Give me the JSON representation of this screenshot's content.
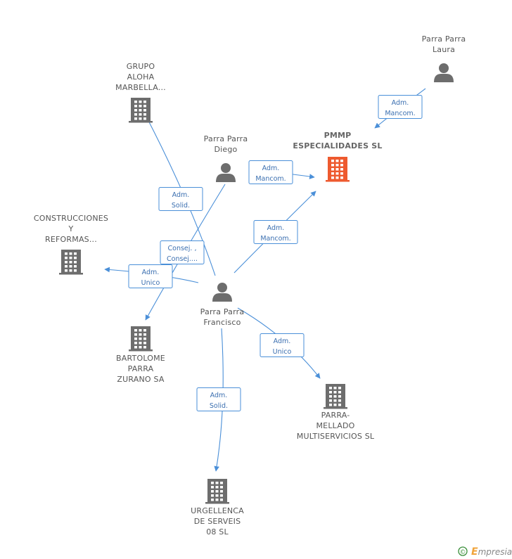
{
  "colors": {
    "edge": "#4a8fd8",
    "company": "#6d6d6d",
    "company_main": "#ee5a2f",
    "person": "#6d6d6d",
    "watermark_accent": "#f0a33a"
  },
  "nodes": [
    {
      "id": "grupo_aloha",
      "kind": "company",
      "label": [
        "GRUPO",
        "ALOHA",
        "MARBELLA..."
      ]
    },
    {
      "id": "parra_laura",
      "kind": "person",
      "label": [
        "Parra Parra",
        "Laura"
      ]
    },
    {
      "id": "pmmp",
      "kind": "company-main",
      "label": [
        "PMMP",
        "ESPECIALIDADES SL"
      ]
    },
    {
      "id": "parra_diego",
      "kind": "person",
      "label": [
        "Parra Parra",
        "Diego"
      ]
    },
    {
      "id": "construcciones",
      "kind": "company",
      "label": [
        "CONSTRUCCIONES",
        "Y",
        "REFORMAS..."
      ]
    },
    {
      "id": "parra_francisco",
      "kind": "person",
      "label": [
        "Parra Parra",
        "Francisco"
      ]
    },
    {
      "id": "bartolome",
      "kind": "company",
      "label": [
        "BARTOLOME",
        "PARRA",
        "ZURANO SA"
      ]
    },
    {
      "id": "parra_mellado",
      "kind": "company",
      "label": [
        "PARRA-",
        "MELLADO",
        "MULTISERVICIOS SL"
      ]
    },
    {
      "id": "urgellenca",
      "kind": "company",
      "label": [
        "URGELLENCA",
        "DE SERVEIS",
        "08 SL"
      ]
    }
  ],
  "edges": [
    {
      "from": "parra_laura",
      "to": "pmmp",
      "label": [
        "Adm.",
        "Mancom."
      ]
    },
    {
      "from": "parra_diego",
      "to": "pmmp",
      "label": [
        "Adm.",
        "Mancom."
      ]
    },
    {
      "from": "parra_francisco",
      "to": "pmmp",
      "label": [
        "Adm.",
        "Mancom."
      ]
    },
    {
      "from": "parra_francisco",
      "to": "grupo_aloha",
      "label": [
        "Adm.",
        "Solid."
      ]
    },
    {
      "from": "parra_diego",
      "to": "bartolome",
      "label": [
        "Consej. ,",
        "Consej...."
      ]
    },
    {
      "from": "parra_francisco",
      "to": "construcciones",
      "label": [
        "Adm.",
        "Unico"
      ]
    },
    {
      "from": "parra_francisco",
      "to": "parra_mellado",
      "label": [
        "Adm.",
        "Unico"
      ]
    },
    {
      "from": "parra_francisco",
      "to": "urgellenca",
      "label": [
        "Adm.",
        "Solid."
      ]
    }
  ],
  "watermark": {
    "symbol": "©",
    "brand_initial": "E",
    "brand_rest": "mpresia"
  }
}
